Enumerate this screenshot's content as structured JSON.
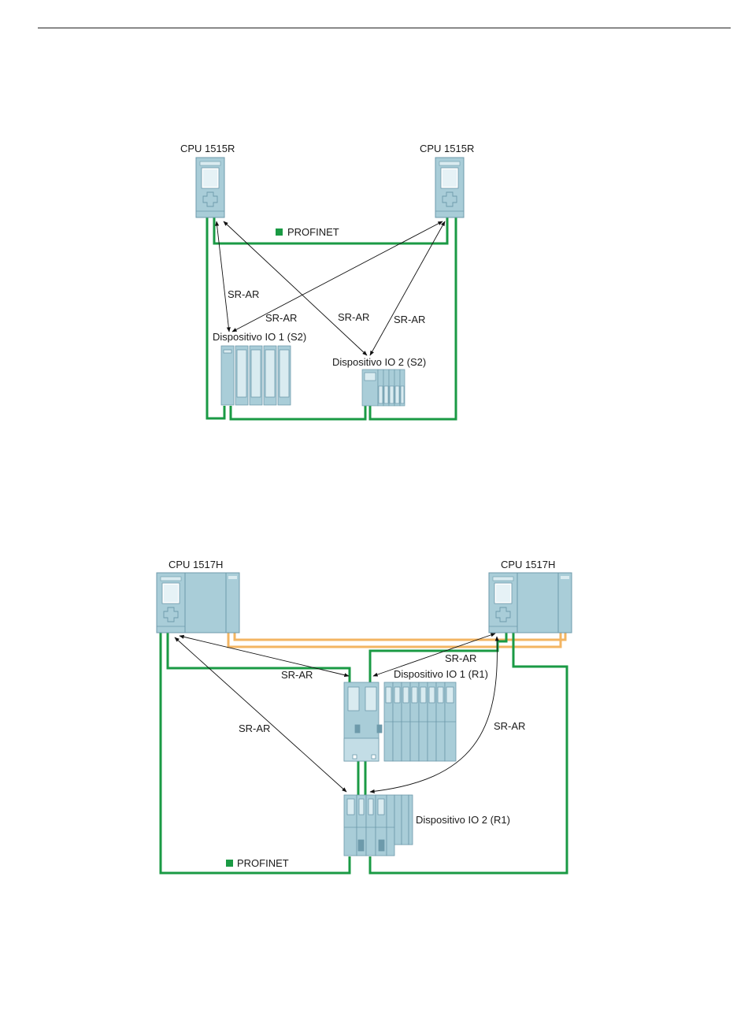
{
  "colors": {
    "profinet": "#1a9a44",
    "sync": "#f3b562",
    "module": "#a9cdd8",
    "module_stroke": "#6d9aab",
    "arrow": "#111111"
  },
  "diagram1": {
    "cpu_left_label": "CPU 1515R",
    "cpu_right_label": "CPU 1515R",
    "network_legend": "PROFINET",
    "ar_labels": [
      "SR-AR",
      "SR-AR",
      "SR-AR",
      "SR-AR"
    ],
    "device1_label": "Dispositivo IO 1 (S2)",
    "device2_label": "Dispositivo IO 2 (S2)"
  },
  "diagram2": {
    "cpu_left_label": "CPU 1517H",
    "cpu_right_label": "CPU 1517H",
    "network_legend": "PROFINET",
    "ar_labels": [
      "SR-AR",
      "SR-AR",
      "SR-AR",
      "SR-AR"
    ],
    "device1_label": "Dispositivo IO 1 (R1)",
    "device2_label": "Dispositivo IO 2 (R1)"
  }
}
